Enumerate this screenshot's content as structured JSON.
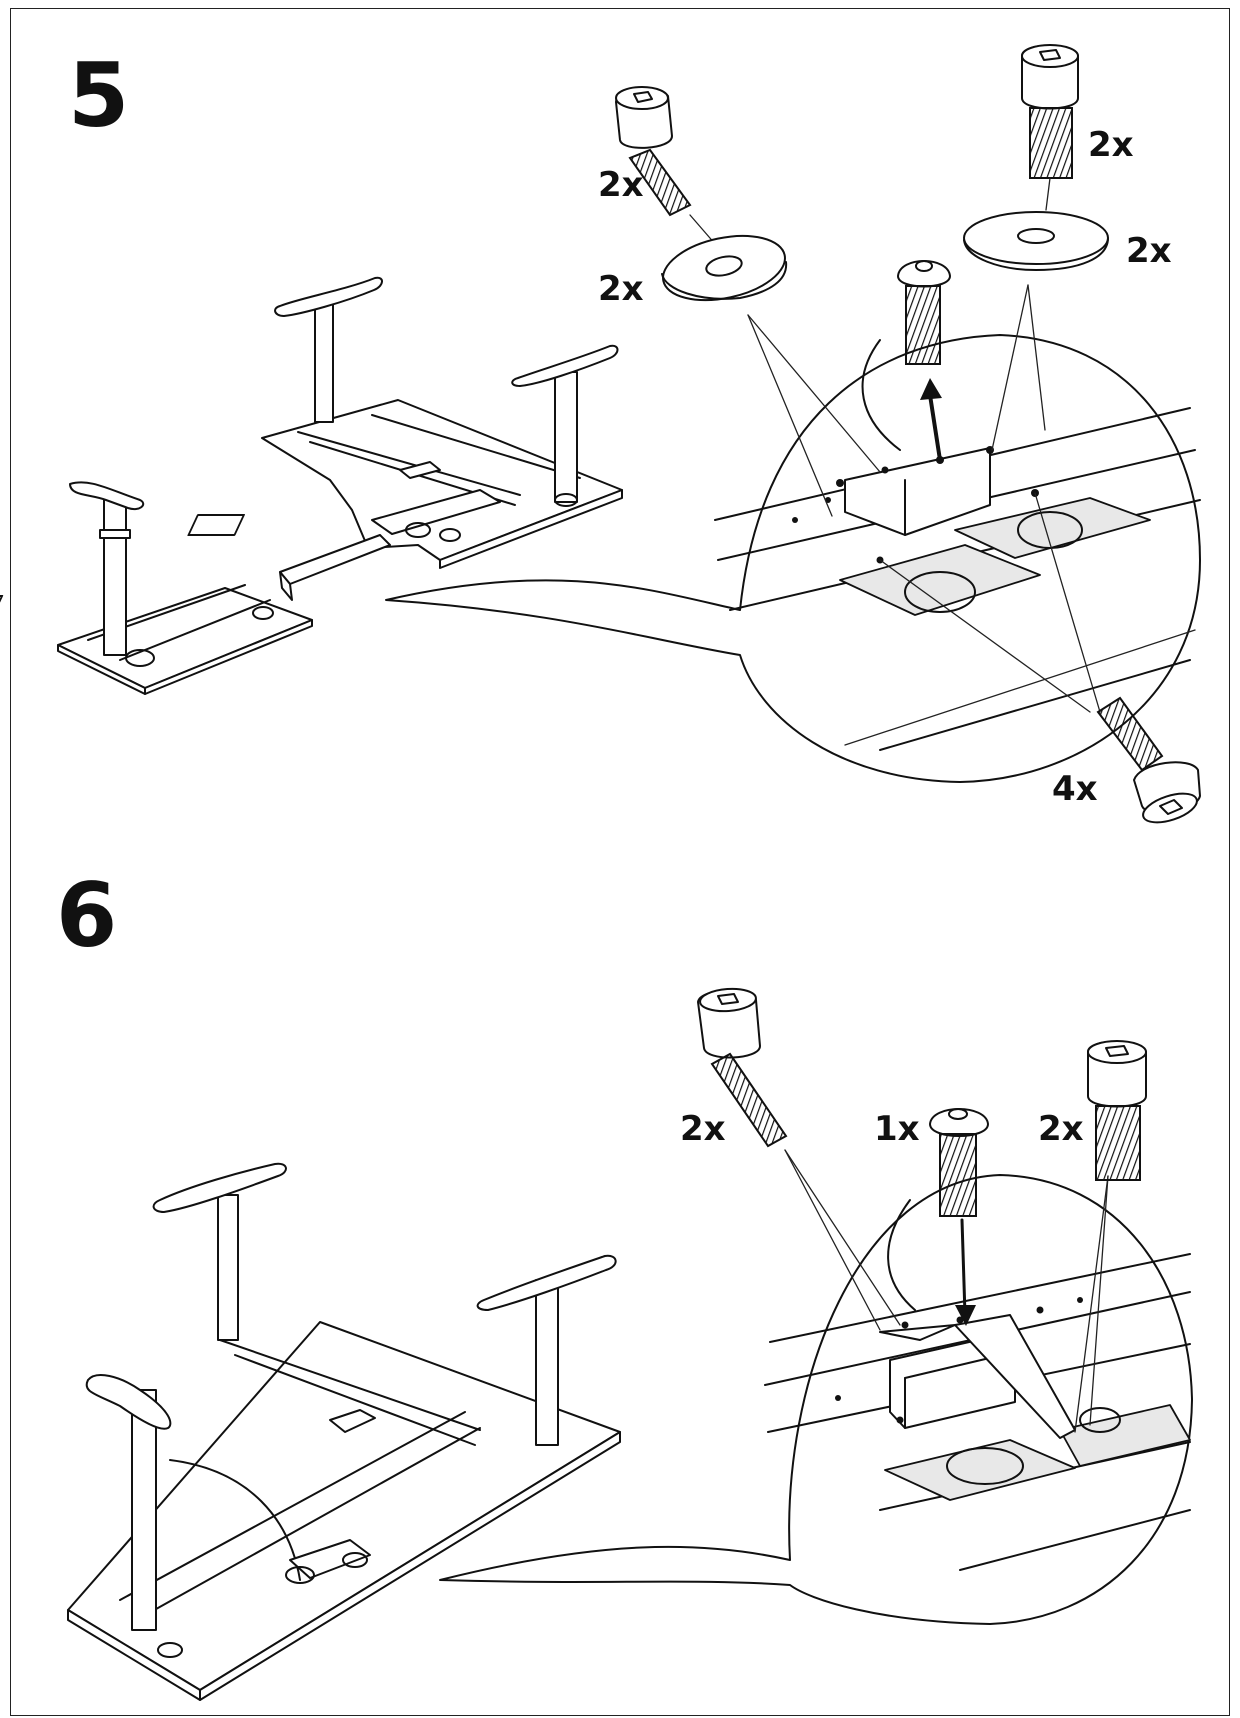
{
  "steps": [
    {
      "number": "5",
      "callouts": {
        "bolt_a": "2x",
        "washer_a": "2x",
        "bolt_b": "2x",
        "washer_b": "2x",
        "bolt_c": "4x"
      }
    },
    {
      "number": "6",
      "callouts": {
        "bolt_a": "2x",
        "screw": "1x",
        "bolt_b": "2x"
      }
    }
  ]
}
